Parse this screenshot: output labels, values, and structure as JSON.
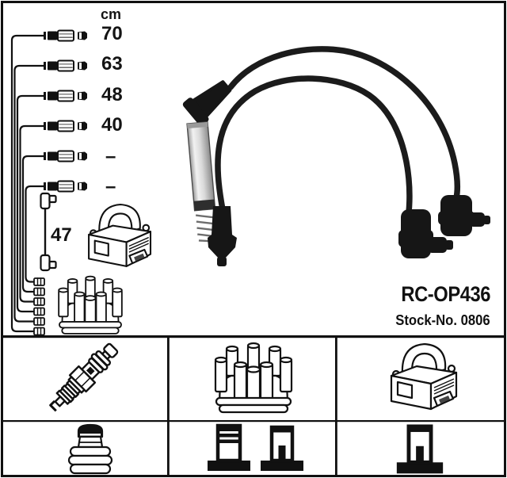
{
  "schematic": {
    "unit_label": "cm",
    "wire_lengths": [
      "70",
      "63",
      "48",
      "40",
      "–",
      "–"
    ],
    "coil_wire_length": "47",
    "component_icons": [
      "ignition-coil",
      "distributor-cap"
    ]
  },
  "product": {
    "part_number": "RC-OP436",
    "stock_label": "Stock-No.",
    "stock_number": "0806"
  },
  "legend": {
    "rows": [
      {
        "cells": [
          "spark-plug",
          "distributor-cap",
          "ignition-coil"
        ]
      },
      {
        "cells": [
          "terminal-nut",
          "terminal-m4 terminal-din",
          "terminal-din"
        ]
      }
    ]
  },
  "colors": {
    "ink": "#111111",
    "cable": "#1b1b1b",
    "background": "#ffffff",
    "metal_light": "#ededed",
    "metal_dark": "#8a8a8a"
  }
}
